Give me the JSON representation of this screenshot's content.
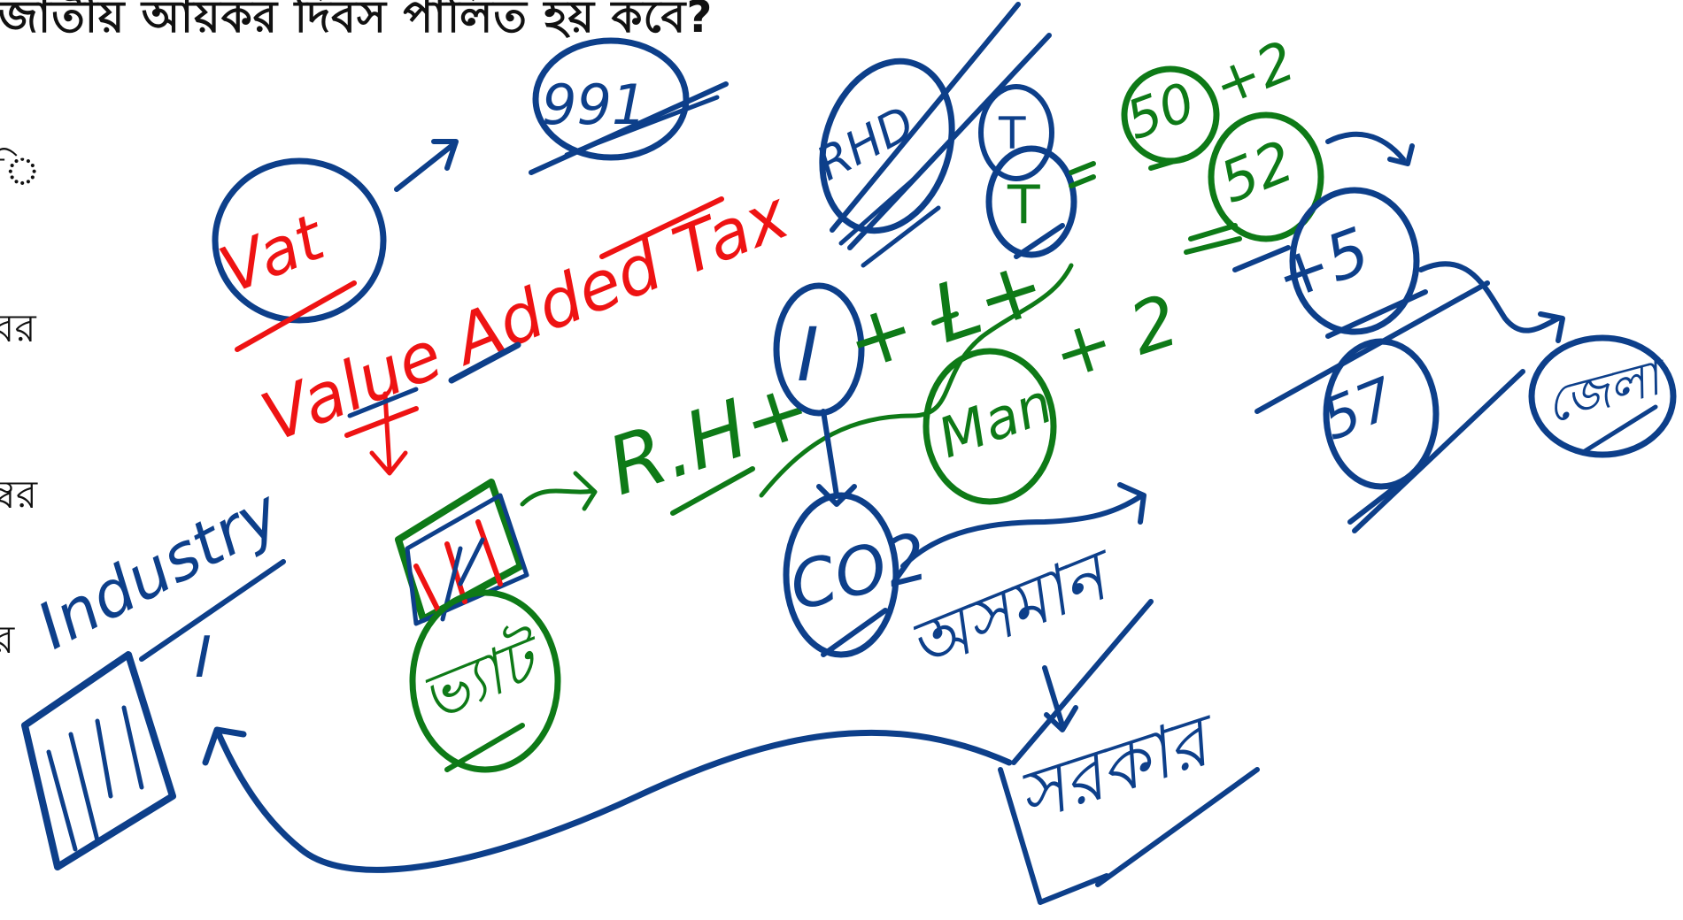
{
  "question": {
    "text": "জাতীয় আয়কর দিবস পালিত হয় কবে?"
  },
  "options_visible_fragments": [
    "ি",
    "বর",
    "ম্বর",
    "র"
  ],
  "annotations": {
    "colors": {
      "blue": "#0d3f8a",
      "green": "#0e7a17",
      "red": "#ee1313"
    },
    "items": [
      {
        "text": "991",
        "color": "blue"
      },
      {
        "text": "Vat",
        "color": "red"
      },
      {
        "text": "Value Added Tax",
        "color": "red"
      },
      {
        "text": "RHD",
        "color": "blue"
      },
      {
        "text": "T",
        "color": "blue"
      },
      {
        "text": "T",
        "color": "green"
      },
      {
        "text": "50",
        "color": "green"
      },
      {
        "text": "+2",
        "color": "green"
      },
      {
        "text": "52",
        "color": "green"
      },
      {
        "text": "+5",
        "color": "blue"
      },
      {
        "text": "57",
        "color": "blue"
      },
      {
        "text": "জেলা",
        "color": "blue"
      },
      {
        "text": "R.H+",
        "color": "green"
      },
      {
        "text": "I",
        "color": "blue"
      },
      {
        "text": "+ L+",
        "color": "green"
      },
      {
        "text": "Man",
        "color": "green"
      },
      {
        "text": "+ 2",
        "color": "green"
      },
      {
        "text": "CO2",
        "color": "blue"
      },
      {
        "text": "অসমান",
        "color": "blue"
      },
      {
        "text": "সরকার",
        "color": "blue"
      },
      {
        "text": "Industry",
        "color": "blue"
      },
      {
        "text": "I",
        "color": "blue"
      },
      {
        "text": "ভ্যাট",
        "color": "green"
      }
    ]
  }
}
